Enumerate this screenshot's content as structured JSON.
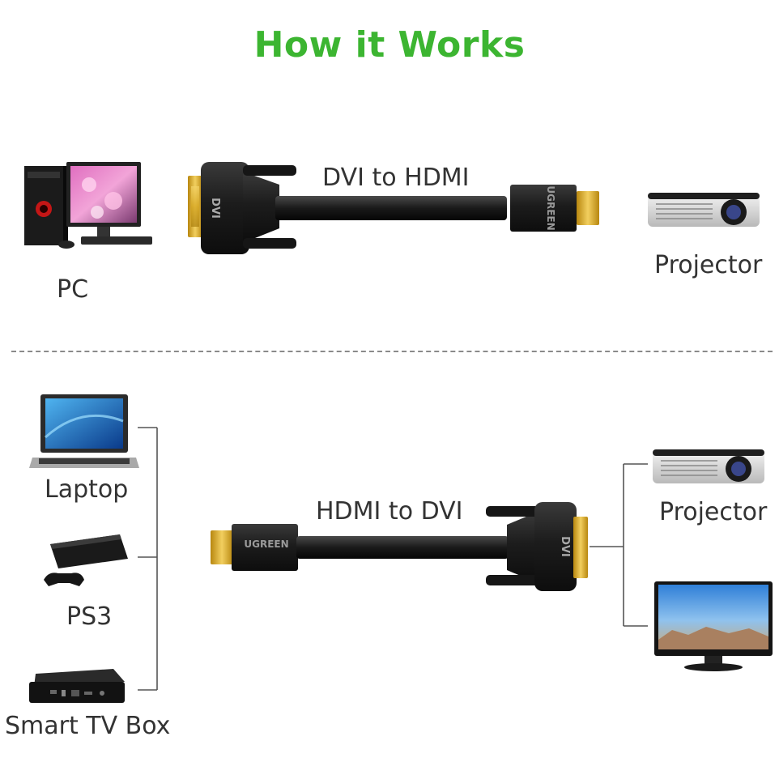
{
  "header": {
    "title": "How it Works"
  },
  "top": {
    "cable_label": "DVI to HDMI",
    "source_label": "PC",
    "target_label": "Projector",
    "dvi_text": "DVI",
    "brand_text": "UGREEN"
  },
  "bottom": {
    "cable_label": "HDMI to DVI",
    "sources": [
      "Laptop",
      "PS3",
      "Smart TV Box"
    ],
    "target_label": "Projector",
    "dvi_text": "DVI",
    "brand_text": "UGREEN"
  },
  "colors": {
    "title": "#3cb531",
    "connector_gold": "#d4a520",
    "cable_black": "#1e1e1e"
  }
}
